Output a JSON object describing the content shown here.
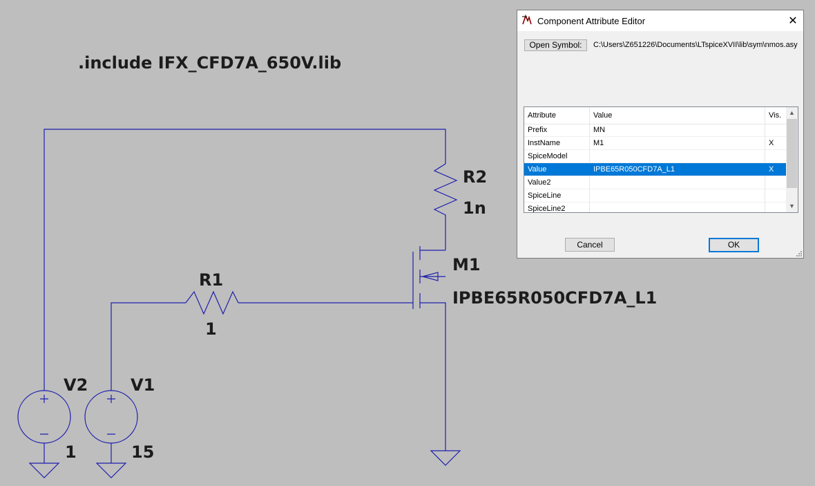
{
  "schematic": {
    "directive": ".include IFX_CFD7A_650V.lib",
    "components": {
      "r2": {
        "name": "R2",
        "value": "1n"
      },
      "r1": {
        "name": "R1",
        "value": "1"
      },
      "m1": {
        "name": "M1",
        "value": "IPBE65R050CFD7A_L1"
      },
      "v2": {
        "name": "V2",
        "value": "1"
      },
      "v1": {
        "name": "V1",
        "value": "15"
      }
    },
    "wire_color": "#1f1fae",
    "background_color": "#bebebe"
  },
  "dialog": {
    "title": "Component Attribute Editor",
    "close_glyph": "✕",
    "open_symbol_label": "Open Symbol:",
    "symbol_path": "C:\\Users\\Z651226\\Documents\\LTspiceXVII\\lib\\sym\\nmos.asy",
    "columns": {
      "attribute": "Attribute",
      "value": "Value",
      "vis": "Vis."
    },
    "rows": [
      {
        "attribute": "Prefix",
        "value": "MN",
        "vis": "",
        "selected": false
      },
      {
        "attribute": "InstName",
        "value": "M1",
        "vis": "X",
        "selected": false
      },
      {
        "attribute": "SpiceModel",
        "value": "",
        "vis": "",
        "selected": false
      },
      {
        "attribute": "Value",
        "value": "IPBE65R050CFD7A_L1",
        "vis": "X",
        "selected": true
      },
      {
        "attribute": "Value2",
        "value": "",
        "vis": "",
        "selected": false
      },
      {
        "attribute": "SpiceLine",
        "value": "",
        "vis": "",
        "selected": false
      },
      {
        "attribute": "SpiceLine2",
        "value": "",
        "vis": "",
        "selected": false
      }
    ],
    "cancel_label": "Cancel",
    "ok_label": "OK",
    "selection_color": "#0078d7"
  }
}
